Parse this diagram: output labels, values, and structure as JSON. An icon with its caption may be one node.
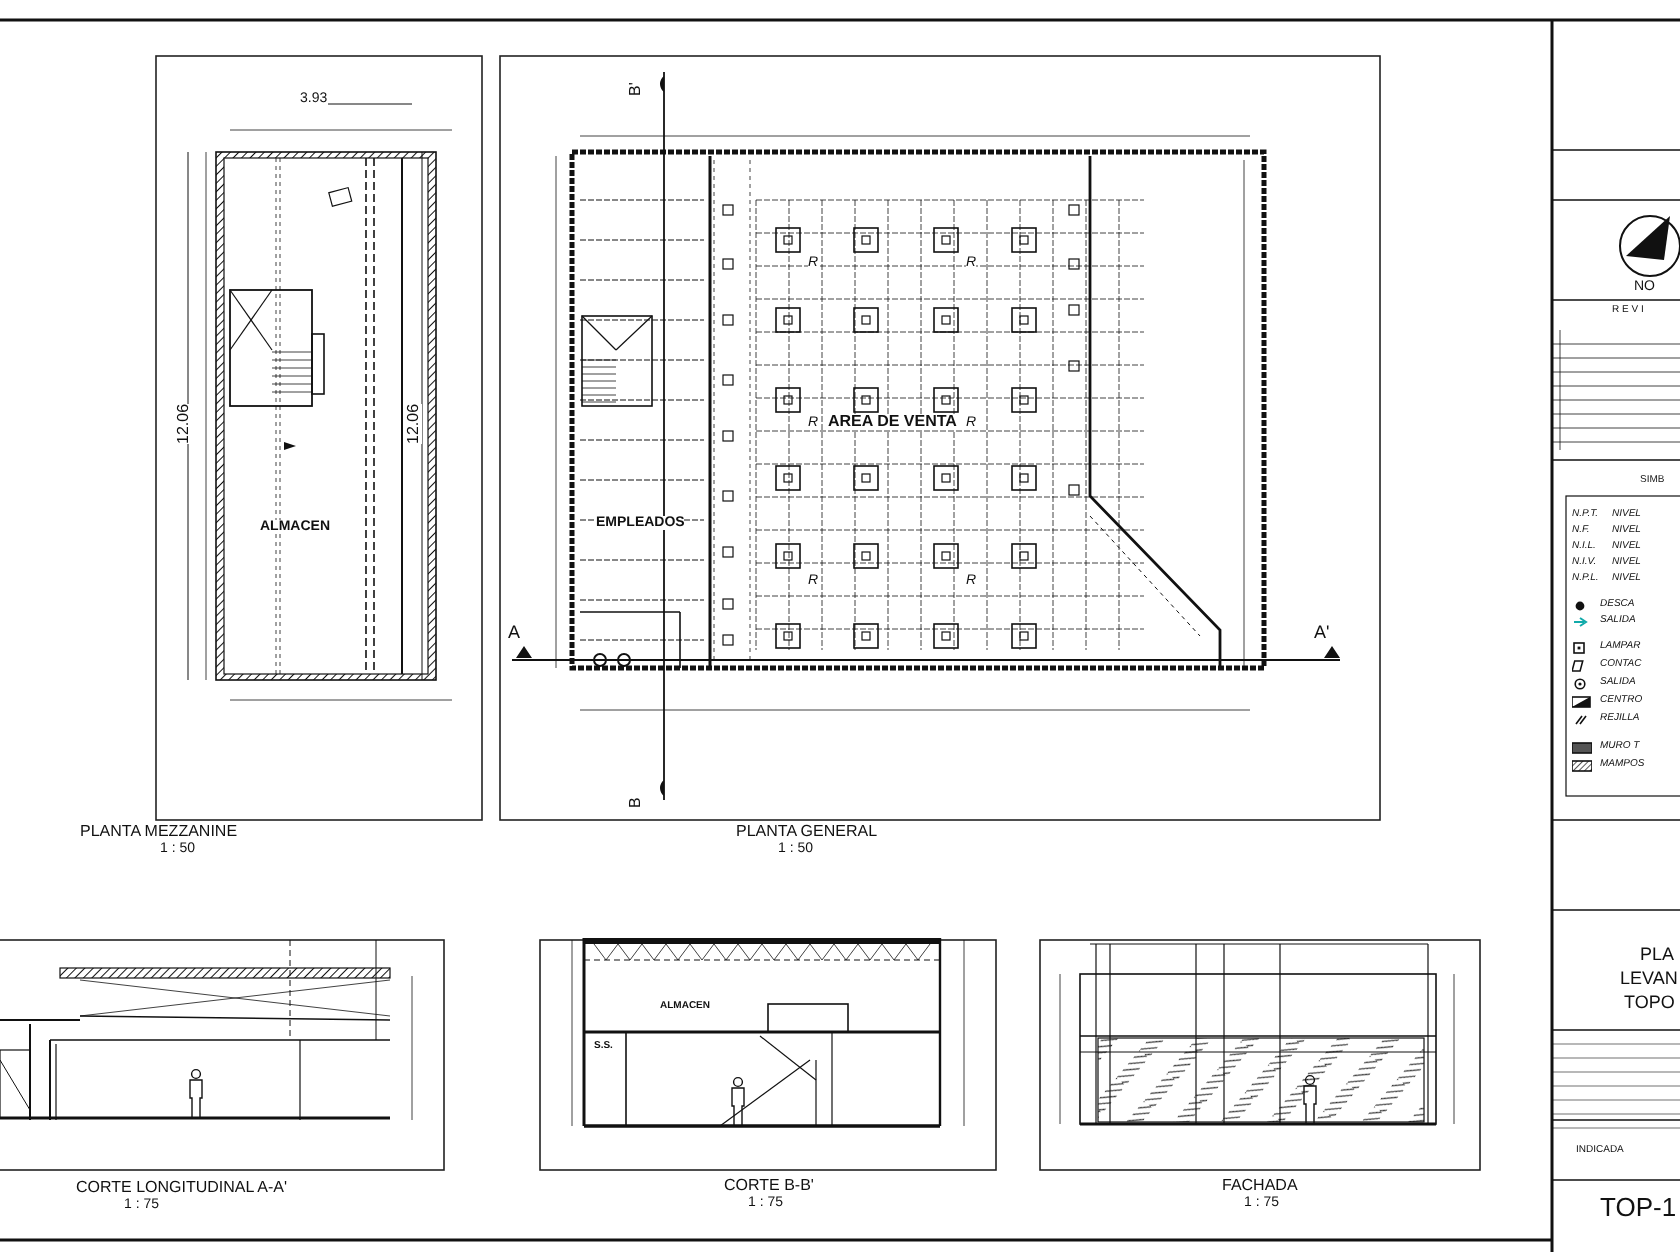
{
  "diagram": {
    "labels": [
      "3.93",
      "12.06",
      "12.06",
      "ALMACEN",
      "B'",
      "R",
      "R",
      "R",
      "AREA DE VENTA",
      "R",
      "EMPLEADOS",
      "R",
      "R",
      "A",
      "A'",
      "B",
      "PLANTA MEZZANINE",
      "1 : 50",
      "PLANTA GENERAL",
      "1 : 50",
      "ALMACEN",
      "S.S.",
      "CORTE LONGITUDINAL A-A'",
      "1 : 75",
      "CORTE B-B'",
      "1 : 75",
      "FACHADA",
      "1 : 75",
      "R E V I",
      "SIMB",
      "N.P.T.",
      "NIVEL",
      "N.F.",
      "NIVEL",
      "N.I.L.",
      "NIVEL",
      "N.I.V.",
      "NIVEL",
      "N.P.L.",
      "NIVEL",
      "PLA",
      "LEVAN",
      "TOPO",
      "INDICADA",
      "TOP-1",
      "NO"
    ],
    "legend": [
      {
        "text": "DESCA"
      },
      {
        "text": "SALIDA"
      },
      {
        "text": "LAMPAR"
      },
      {
        "text": "CONTAC"
      },
      {
        "text": "SALIDA"
      },
      {
        "text": "CENTRO"
      },
      {
        "text": "REJILLA"
      },
      {
        "text": "MURO T"
      },
      {
        "text": "MAMPOS"
      }
    ]
  }
}
